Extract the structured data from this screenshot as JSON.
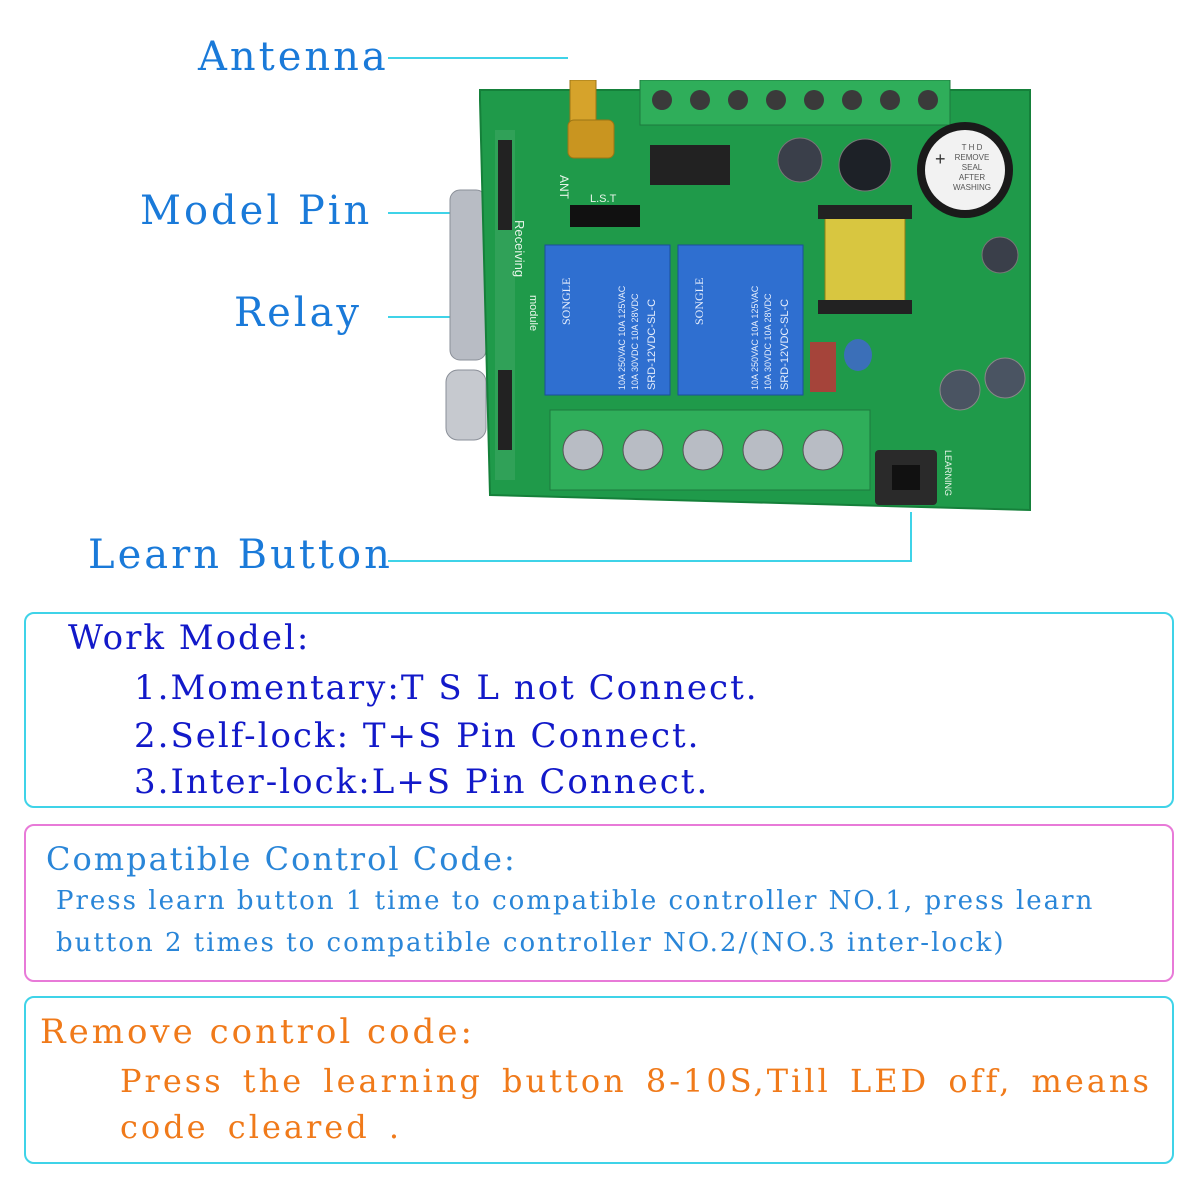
{
  "callouts": {
    "antenna": "Antenna",
    "model_pin": "Model Pin",
    "relay": "Relay",
    "learn_button": "Learn Button"
  },
  "board": {
    "ant_label": "ANT",
    "pin_label": "L.S.T",
    "receiving_label": "Receiving",
    "module_label": "module",
    "learning_label": "LEARNING",
    "relay_brand": "SONGLE",
    "relay_model": "SRD-12VDC-SL-C",
    "relay_rating_1": "10A 250VAC  10A 125VAC",
    "relay_rating_2": "10A 30VDC  10A 28VDC",
    "buzzer_text": [
      "T H D",
      "REMOVE",
      "SEAL",
      "AFTER",
      "WASHING"
    ],
    "buzzer_plus": "+"
  },
  "work_model": {
    "heading": "Work Model:",
    "lines": [
      "1.Momentary:T S L not Connect.",
      "2.Self-lock: T+S  Pin Connect.",
      "3.Inter-lock:L+S  Pin Connect."
    ]
  },
  "compatible": {
    "heading": "Compatible Control Code:",
    "text": "Press learn button 1 time to compatible controller NO.1, press learn button 2 times to compatible controller NO.2/(NO.3 inter-lock)"
  },
  "remove": {
    "heading": "Remove control code:",
    "text": "Press the learning button 8-10S,Till LED  off,  means code cleared ."
  },
  "colors": {
    "callout": "#1a7ad9",
    "leader": "#3fd3e8",
    "work": "#1219c9",
    "compat": "#2a86d8",
    "remove": "#f07a1a",
    "pcb": "#1f9a4a",
    "relay": "#2f6fd0"
  }
}
